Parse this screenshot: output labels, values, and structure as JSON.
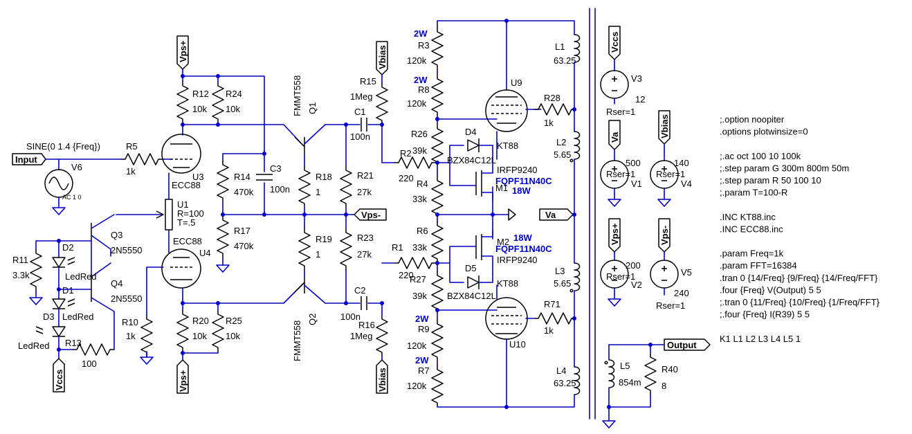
{
  "sources": {
    "input": {
      "port": "Input",
      "ref": "V6",
      "value": "SINE(0 1.4 {Freq})",
      "ac": "AC 1 0"
    },
    "v3": {
      "ref": "V3",
      "value": "12",
      "ser": "Rser=1",
      "net": "Vccs"
    },
    "v1": {
      "ref": "V1",
      "value": "500",
      "ser": "Rser=1",
      "net": "Va"
    },
    "v4": {
      "ref": "V4",
      "value": "140",
      "ser": "Rser=1",
      "net": "Vbias"
    },
    "v2": {
      "ref": "V2",
      "value": "200",
      "ser": "Rser=1",
      "net": "Vps+"
    },
    "v5": {
      "ref": "V5",
      "value": "240",
      "ser": "Rser=1",
      "net": "Vps-"
    }
  },
  "resistors": {
    "r5": {
      "ref": "R5",
      "value": "1k"
    },
    "r12": {
      "ref": "R12",
      "value": "10k"
    },
    "r24": {
      "ref": "R24",
      "value": "10k"
    },
    "r14": {
      "ref": "R14",
      "value": "470k"
    },
    "r17": {
      "ref": "R17",
      "value": "470k"
    },
    "r18": {
      "ref": "R18",
      "value": "1"
    },
    "r19": {
      "ref": "R19",
      "value": "1"
    },
    "r21": {
      "ref": "R21",
      "value": "27k"
    },
    "r23": {
      "ref": "R23",
      "value": "27k"
    },
    "r15": {
      "ref": "R15",
      "value": "1Meg"
    },
    "r16": {
      "ref": "R16",
      "value": "1Meg"
    },
    "r2": {
      "ref": "R2",
      "value": "220"
    },
    "r1": {
      "ref": "R1",
      "value": "220"
    },
    "r3": {
      "ref": "R3",
      "value": "120k",
      "power": "2W"
    },
    "r8": {
      "ref": "R8",
      "value": "120k",
      "power": "2W"
    },
    "r26": {
      "ref": "R26",
      "value": "39k"
    },
    "r4": {
      "ref": "R4",
      "value": "33k"
    },
    "r6": {
      "ref": "R6",
      "value": "33k"
    },
    "r27": {
      "ref": "R27",
      "value": "39k"
    },
    "r9": {
      "ref": "R9",
      "value": "120k",
      "power": "2W"
    },
    "r7": {
      "ref": "R7",
      "value": "120k",
      "power": "2W"
    },
    "r28": {
      "ref": "R28",
      "value": "1k"
    },
    "r71": {
      "ref": "R71",
      "value": "1k"
    },
    "r20": {
      "ref": "R20",
      "value": "10k"
    },
    "r25": {
      "ref": "R25",
      "value": "10k"
    },
    "r10": {
      "ref": "R10",
      "value": "1k"
    },
    "r11": {
      "ref": "R11",
      "value": "3.3k"
    },
    "r13": {
      "ref": "R13",
      "value": "100"
    },
    "r40": {
      "ref": "R40",
      "value": "8"
    }
  },
  "capacitors": {
    "c3": {
      "ref": "C3",
      "value": "100n"
    },
    "c1": {
      "ref": "C1",
      "value": "100n"
    },
    "c2": {
      "ref": "C2",
      "value": "100n"
    }
  },
  "tubes": {
    "u3": {
      "ref": "U3",
      "type": "ECC88"
    },
    "u4": {
      "ref": "U4",
      "type": "ECC88"
    },
    "u9": {
      "ref": "U9",
      "type": "KT88"
    },
    "u10": {
      "ref": "U10",
      "type": "KT88"
    }
  },
  "transistors": {
    "q1": {
      "ref": "Q1",
      "type": "FMMT558"
    },
    "q2": {
      "ref": "Q2",
      "type": "FMMT558"
    },
    "q3": {
      "ref": "Q3",
      "type": "2N5550"
    },
    "q4": {
      "ref": "Q4",
      "type": "2N5550"
    },
    "m1": {
      "ref": "M1",
      "type": "IRFP9240",
      "alt": "FQPF11N40C",
      "power": "18W"
    },
    "m2": {
      "ref": "M2",
      "type": "IRFP9240",
      "alt": "FQPF11N40C",
      "power": "18W"
    }
  },
  "diodes": {
    "d4": {
      "ref": "D4",
      "type": "BZX84C12L"
    },
    "d5": {
      "ref": "D5",
      "type": "BZX84C12L"
    },
    "d1": {
      "ref": "D1",
      "type": "LedRed"
    },
    "d2": {
      "ref": "D2",
      "type": "LedRed"
    },
    "d3": {
      "ref": "D3",
      "type": "LedRed"
    }
  },
  "pot": {
    "ref": "U1",
    "r": "R=100",
    "t": "T=.5"
  },
  "inductors": {
    "l1": {
      "ref": "L1",
      "value": "63.25"
    },
    "l2": {
      "ref": "L2",
      "value": "5.65"
    },
    "l3": {
      "ref": "L3",
      "value": "5.65"
    },
    "l4": {
      "ref": "L4",
      "value": "63.25"
    },
    "l5": {
      "ref": "L5",
      "value": "854m"
    }
  },
  "nets": {
    "vps_plus": "Vps+",
    "vps_minus": "Vps-",
    "vbias": "Vbias",
    "vccs": "Vccs",
    "va": "Va",
    "output": "Output"
  },
  "directives": [
    ";.option noopiter",
    ".options plotwinsize=0",
    "",
    ";.ac oct 100 10 100k",
    ";.step param G 300m 800m 50m",
    ";.step param R 50 100 10",
    ";.param T=100-R",
    "",
    ".INC KT88.inc",
    ".INC ECC88.inc",
    "",
    ".param Freq=1k",
    ".param FFT=16384",
    ".tran 0 {14/Freq} {9/Freq} {14/Freq/FFT}",
    ".four {Freq} V(Output) 5 5",
    ";.tran 0 {11/Freq} {10/Freq} {1/Freq/FFT}",
    ";.four {Freq} I(R39) 5 5",
    "",
    "K1 L1 L2 L3 L4 L5 1"
  ]
}
